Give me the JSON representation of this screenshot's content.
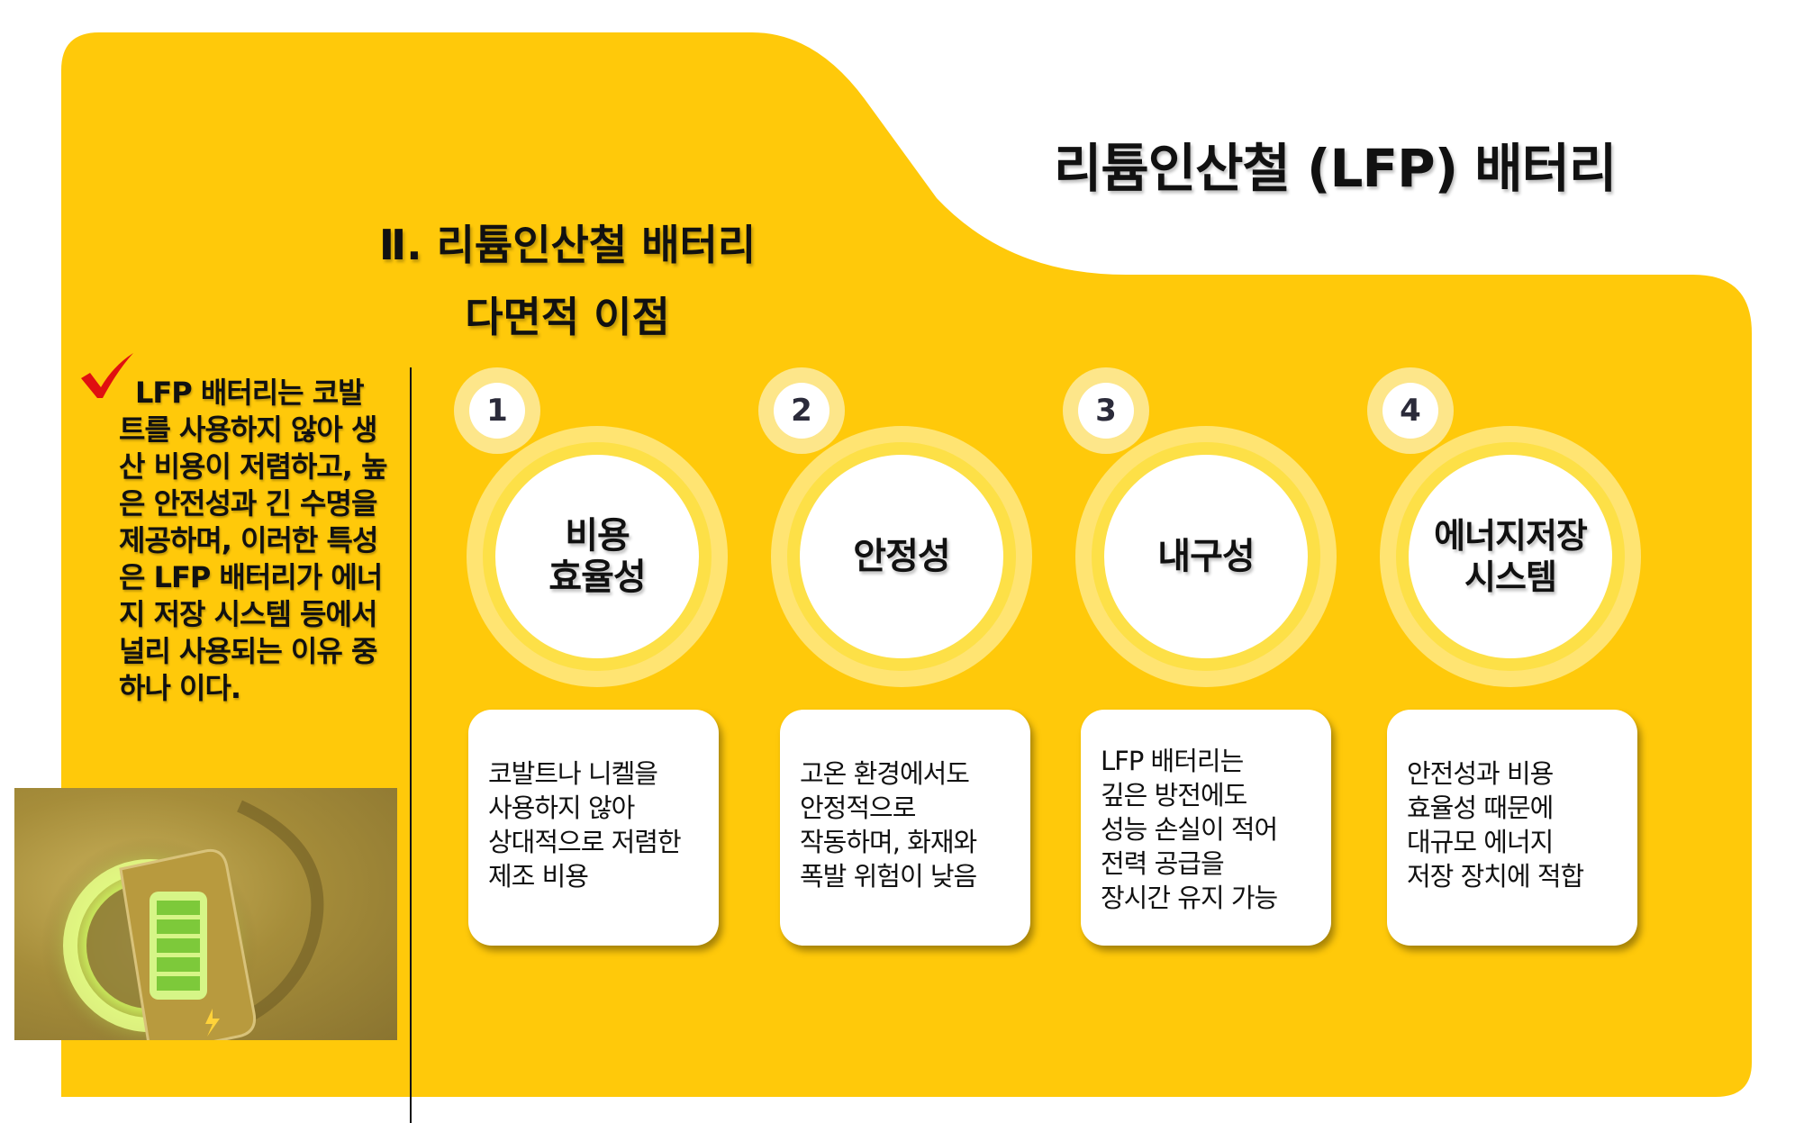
{
  "slide": {
    "title": "리튬인산철 (LFP) 배터리",
    "section": {
      "line1": "Ⅱ. 리튬인산철 배터리",
      "line2": "다면적 이점"
    },
    "intro_text": "LFP 배터리는 코발트를 사용하지 않아 생산 비용이 저렴하고, 높은 안전성과 긴 수명을 제공하며, 이러한 특성은 LFP 배터리가  에너지 저장 시스템 등에서 널리 사용되는 이유 중 하나 이다.",
    "items": [
      {
        "number": "1",
        "title_lines": [
          "비용",
          "효율성"
        ],
        "desc_lines": [
          "코발트나 니켈을",
          "사용하지 않아",
          "상대적으로 저렴한",
          "제조 비용"
        ]
      },
      {
        "number": "2",
        "title_lines": [
          "안정성"
        ],
        "desc_lines": [
          "고온 환경에서도",
          "안정적으로",
          "작동하며, 화재와",
          "폭발 위험이 낮음"
        ]
      },
      {
        "number": "3",
        "title_lines": [
          "내구성"
        ],
        "desc_lines": [
          "LFP 배터리는",
          "깊은 방전에도",
          "성능 손실이 적어",
          "전력 공급을",
          "장시간 유지 가능"
        ]
      },
      {
        "number": "4",
        "title_lines": [
          "에너지저장",
          "시스템"
        ],
        "desc_lines": [
          "안전성과 비용",
          "효율성 때문에",
          "대규모 에너지",
          "저장 장치에 적합"
        ]
      }
    ]
  },
  "colors": {
    "panel": "#ffc90a",
    "ring": "#fde047",
    "check": "#e01010"
  },
  "icons": [
    "check-mark-icon",
    "battery-charging-icon"
  ]
}
